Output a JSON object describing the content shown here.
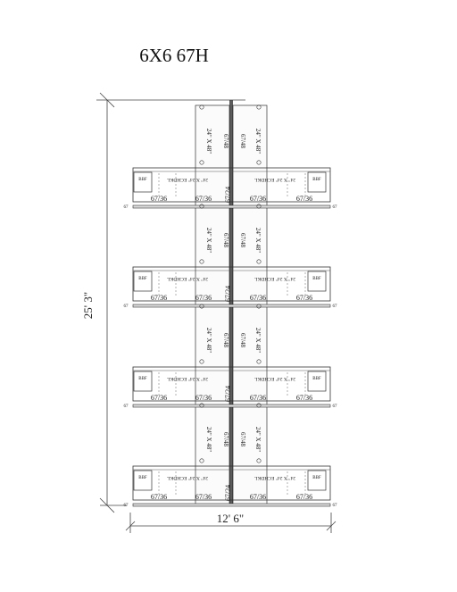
{
  "title": "6X6 67H",
  "dimensions": {
    "height": "25' 3\"",
    "width": "12' 6\""
  },
  "labels": {
    "rack_type": "67/36",
    "upright_type": "67/48",
    "panel_left": "24\" X 48\"",
    "panel_right": "24\" X 48\"",
    "center_tag": "67/24",
    "rotated_tag": "24\" X 24\" ECHDKL",
    "end_tag": "BBF",
    "post_tag": "67"
  },
  "tiers": [
    {
      "rack_labels": [
        "67/36",
        "67/36",
        "67/36",
        "67/36"
      ]
    },
    {
      "rack_labels": [
        "67/36",
        "67/36",
        "67/36",
        "67/36"
      ]
    },
    {
      "rack_labels": [
        "67/36",
        "67/36",
        "67/36",
        "67/36"
      ]
    },
    {
      "rack_labels": [
        "67/36",
        "67/36",
        "67/36",
        "67/36"
      ]
    }
  ]
}
